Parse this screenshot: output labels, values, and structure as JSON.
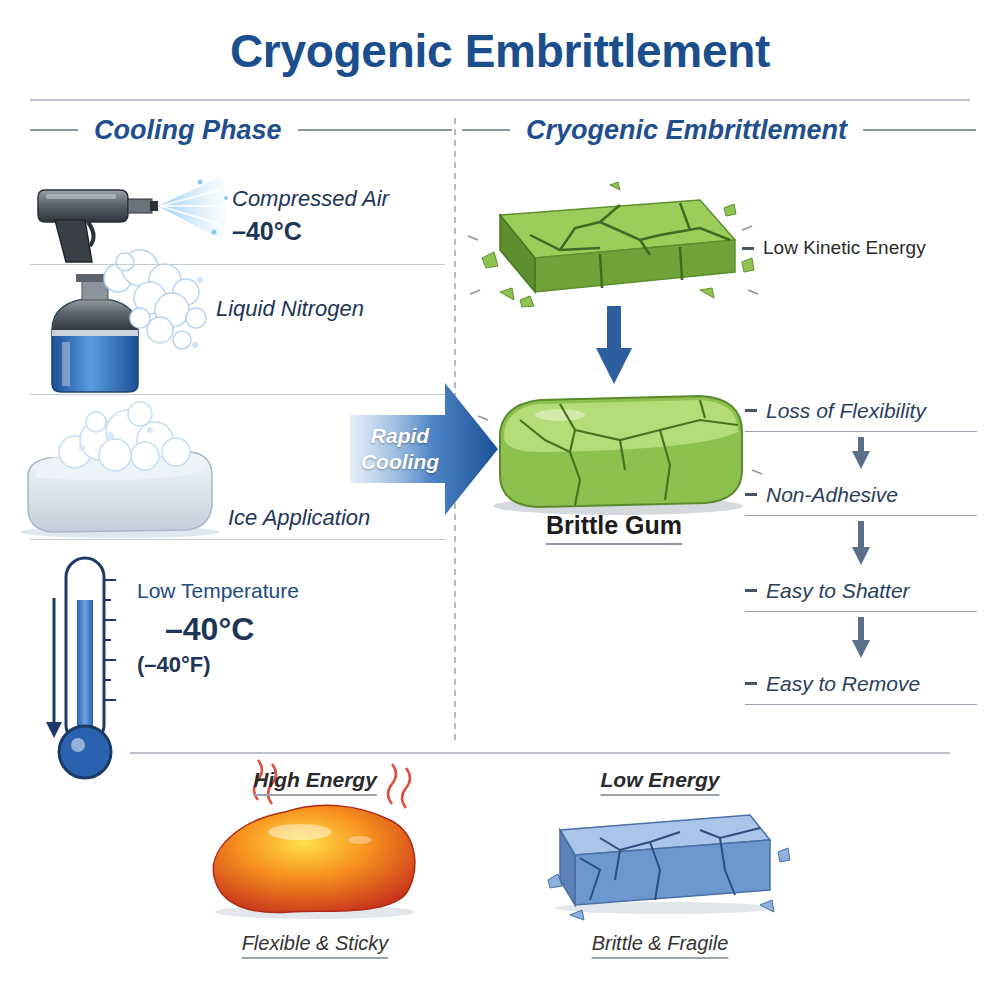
{
  "diagram": {
    "title": "Cryogenic Embrittlement",
    "nodes": [
      {
        "text": [
          "Cooling Phase"
        ]
      },
      {
        "text": [
          "Compressed Air",
          "–40°C"
        ],
        "in": 0
      },
      {
        "text": [
          "Liquid Nitrogen"
        ],
        "in": 0
      },
      {
        "text": [
          "Ice Application"
        ],
        "in": 0
      },
      {
        "text": [
          "Low Temperature",
          "–40°C",
          "(–40°F)"
        ],
        "in": 0
      },
      {
        "text": [
          "Rapid Cooling"
        ]
      },
      {
        "text": [
          "Cryogenic Embrittlement"
        ]
      },
      {
        "text": [
          "Low Kinetic Energy"
        ],
        "in": 6
      },
      {
        "text": [
          "Brittle Gum"
        ],
        "in": 6
      },
      {
        "text": [
          "Loss of Flexibility"
        ],
        "in": 6
      },
      {
        "text": [
          "Non-Adhesive"
        ],
        "in": 6
      },
      {
        "text": [
          "Easy to Shatter"
        ],
        "in": 6
      },
      {
        "text": [
          "Easy to Remove"
        ],
        "in": 6
      },
      {
        "text": [
          "High Energy",
          "Flexible & Sticky"
        ]
      },
      {
        "text": [
          "Low Energy",
          "Brittle & Fragile"
        ]
      }
    ],
    "edges": [
      {
        "from": 7,
        "to": 8,
        "arrow": "to"
      },
      {
        "from": 9,
        "to": 10,
        "arrow": "to"
      },
      {
        "from": 10,
        "to": 11,
        "arrow": "to"
      },
      {
        "from": 11,
        "to": 12,
        "arrow": "to"
      }
    ]
  }
}
